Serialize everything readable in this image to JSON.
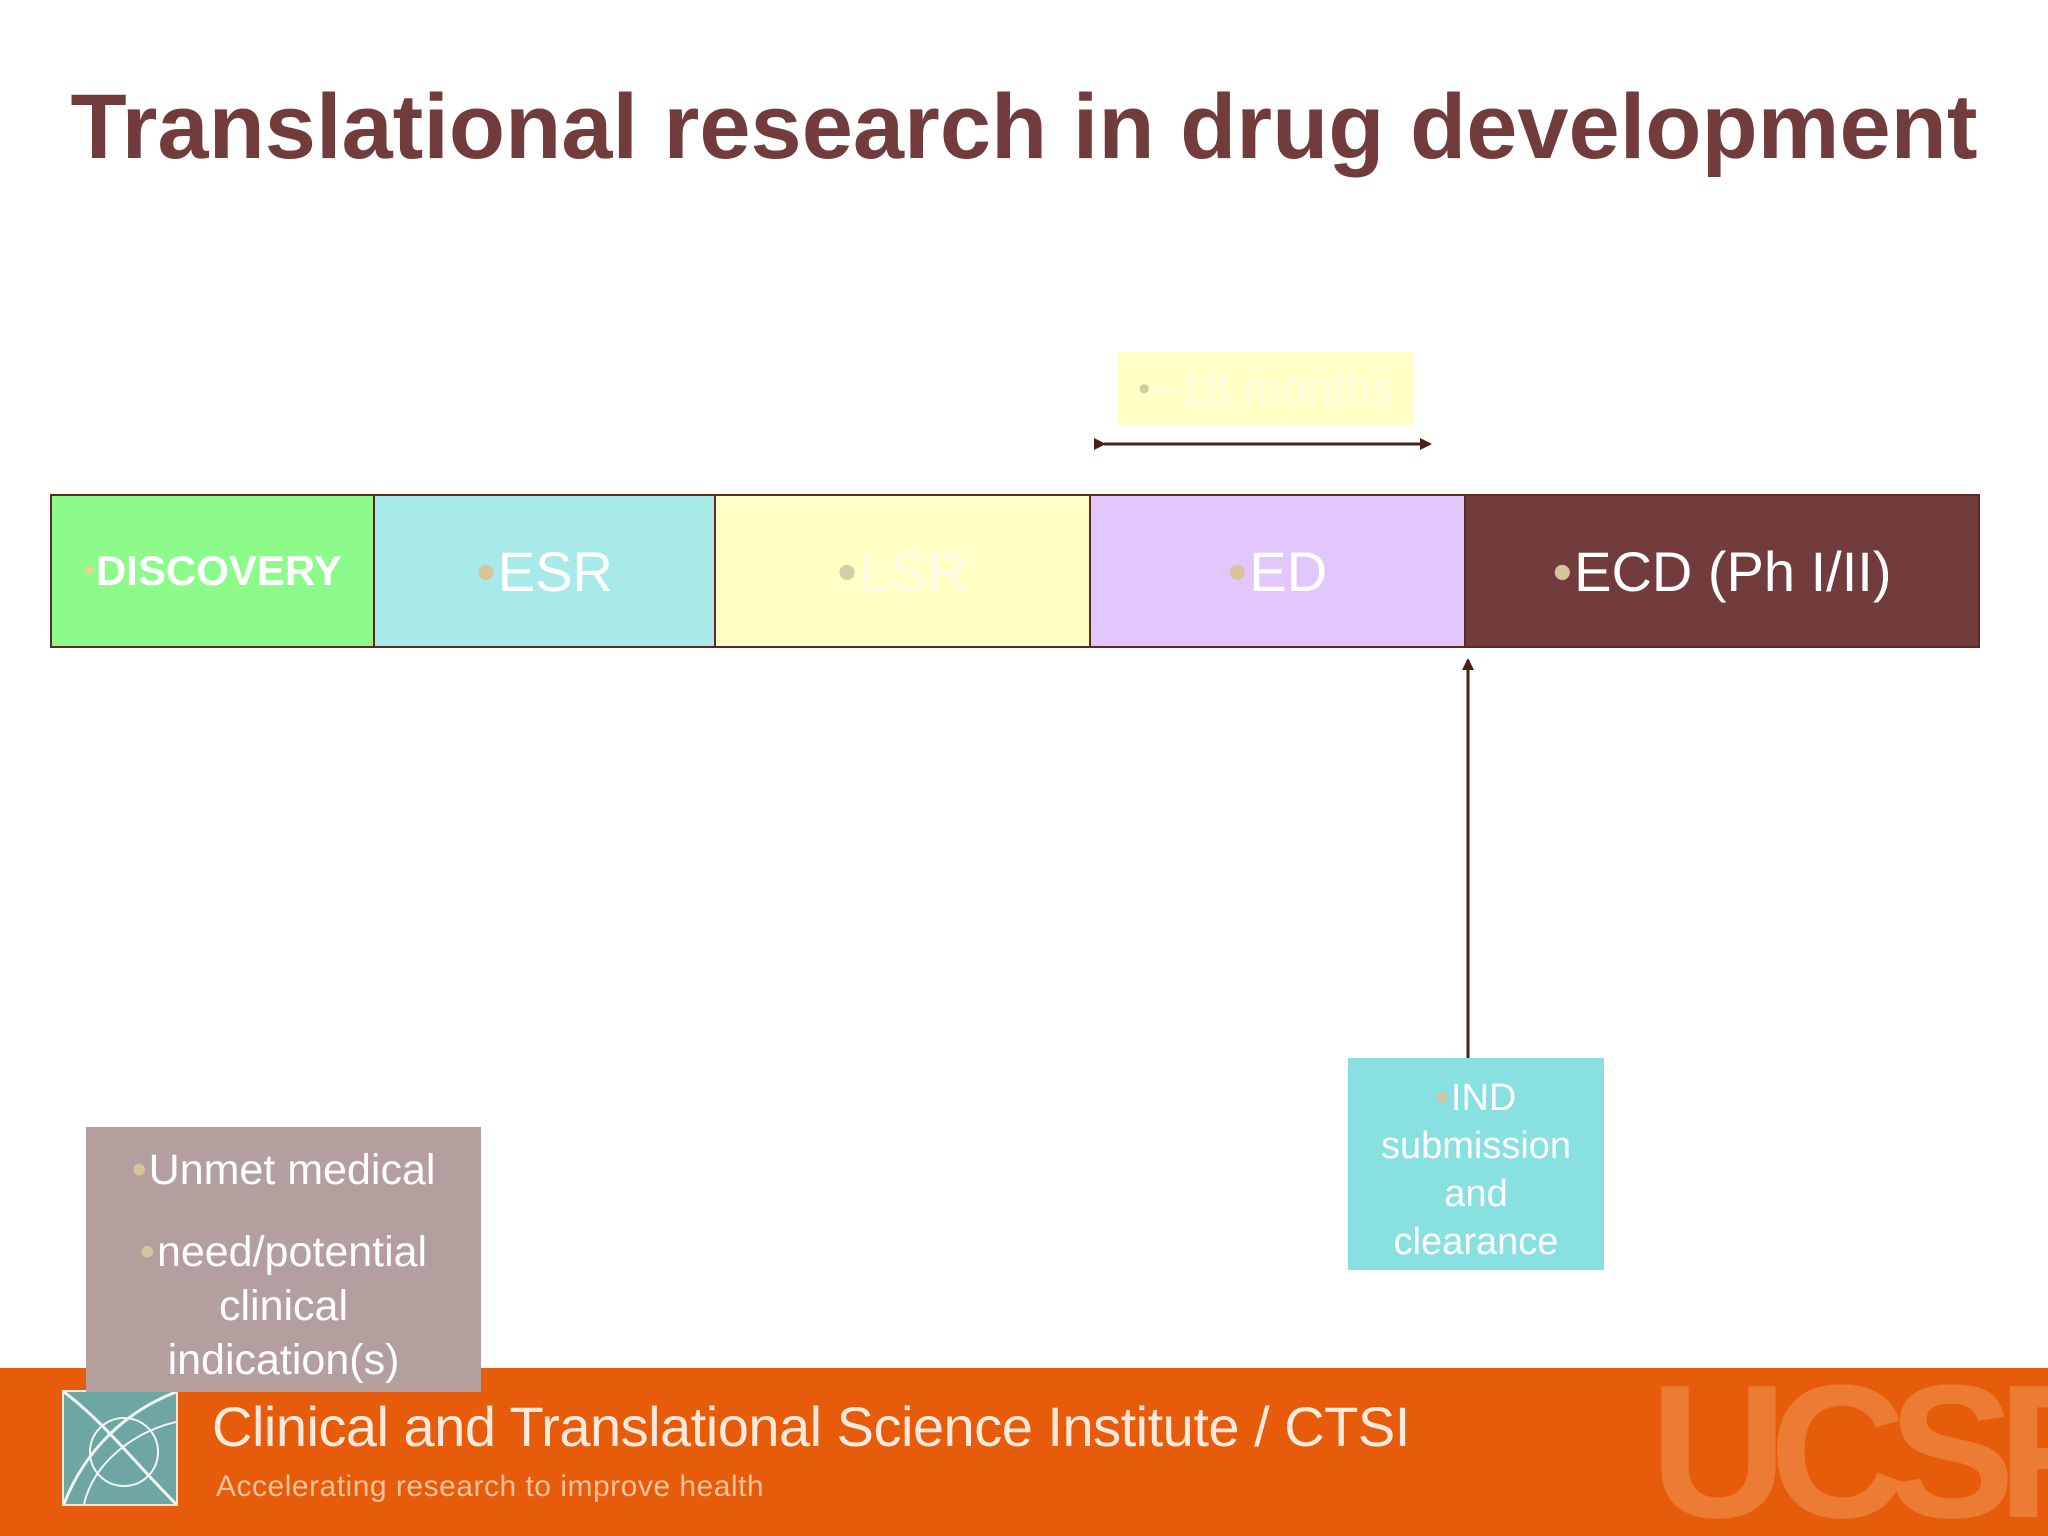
{
  "slide": {
    "title": "Translational research in drug development"
  },
  "timeline": {
    "duration_label": "~18 months",
    "stages": [
      {
        "label": "DISCOVERY",
        "color": "#8cfb8a"
      },
      {
        "label": "ESR",
        "color": "#a8eaea"
      },
      {
        "label": "LSR",
        "color": "#ffffc6"
      },
      {
        "label": "ED",
        "color": "#e1c7fb"
      },
      {
        "label": "ECD (Ph I/II)",
        "color": "#733c3c"
      }
    ]
  },
  "callouts": {
    "ind": {
      "lines": [
        "IND",
        "submission",
        "and",
        "clearance"
      ],
      "color": "#88e0e0"
    },
    "unmet": {
      "line1": "Unmet medical",
      "line2": [
        "need/potential",
        "clinical",
        "indication(s)"
      ],
      "color": "#b59e9e"
    }
  },
  "footer": {
    "institute": "Clinical and Translational Science Institute / CTSI",
    "tagline": "Accelerating research to improve health",
    "brand_mark": "UCSF",
    "color": "#e65c0a"
  },
  "icons": {
    "bullet": "bullet-icon",
    "logo": "ctsi-logo-icon"
  }
}
